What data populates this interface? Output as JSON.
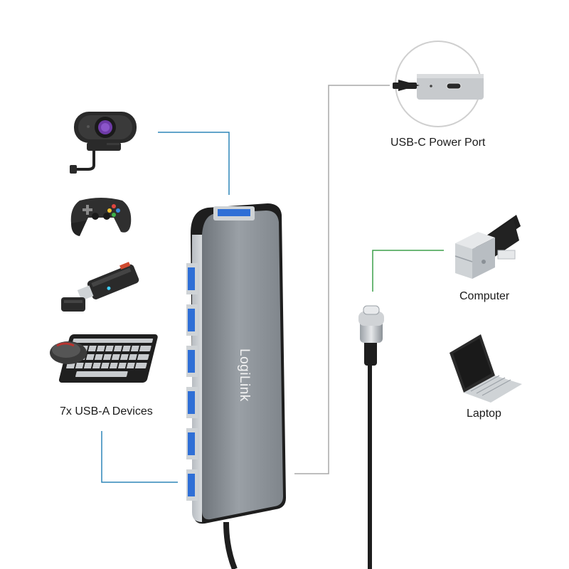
{
  "labels": {
    "usb_a_devices": "7x USB-A Devices",
    "power_port": "USB-C Power Port",
    "computer": "Computer",
    "laptop": "Laptop",
    "brand": "LogiLink"
  },
  "colors": {
    "device_line": "#2e86b8",
    "power_line": "#a8a8a8",
    "host_line": "#3da04a",
    "hub_body": "#8d9399",
    "hub_edge": "#1e1e1e",
    "port_blue": "#2f6fd6",
    "text": "#1a1a1a"
  },
  "icons": [
    "webcam-icon",
    "gamepad-icon",
    "usb-stick-icon",
    "keyboard-mouse-icon",
    "computer-tower-icon",
    "laptop-icon",
    "usb-c-connector-icon"
  ]
}
